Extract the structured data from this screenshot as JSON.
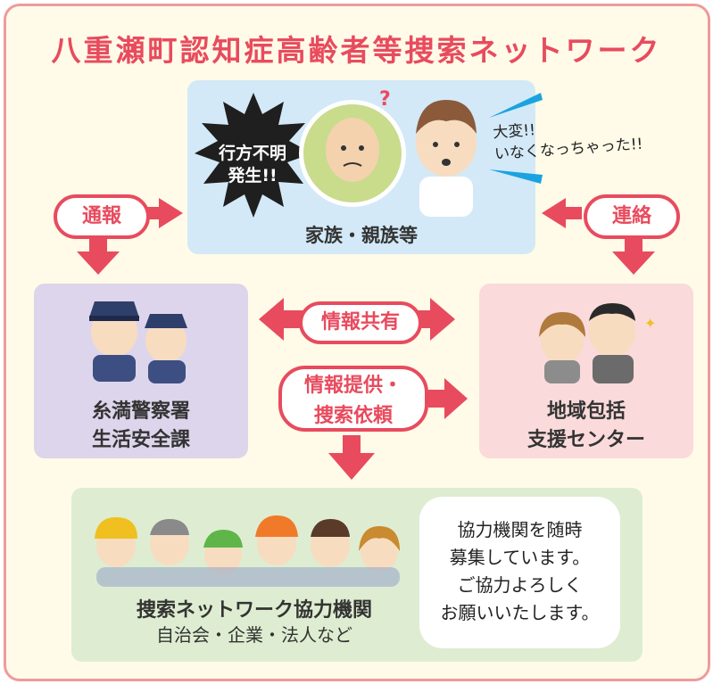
{
  "title": "八重瀬町認知症高齢者等捜索ネットワーク",
  "family": {
    "label": "家族・親族等",
    "burst_line1": "行方不明",
    "burst_line2": "発生!!",
    "speech_line1": "大変!!",
    "speech_line2": "いなくなっちゃった!!"
  },
  "police": {
    "line1": "糸満警察署",
    "line2": "生活安全課"
  },
  "center": {
    "line1": "地域包括",
    "line2": "支援センター"
  },
  "arrows": {
    "report": "通報",
    "contact": "連絡",
    "share": "情報共有",
    "provide_line1": "情報提供・",
    "provide_line2": "捜索依頼"
  },
  "network": {
    "label": "捜索ネットワーク協力機関",
    "sub": "自治会・企業・法人など",
    "note_line1": "協力機関を随時",
    "note_line2": "募集しています。",
    "note_line3": "ご協力よろしく",
    "note_line4": "お願いいたします。"
  },
  "colors": {
    "accent": "#e84b5e",
    "frame": "#ee9b9b",
    "background": "#fffbe8",
    "family_box": "#d3e9f7",
    "police_box": "#ddd5eb",
    "center_box": "#fadada",
    "network_box": "#deedd1"
  }
}
